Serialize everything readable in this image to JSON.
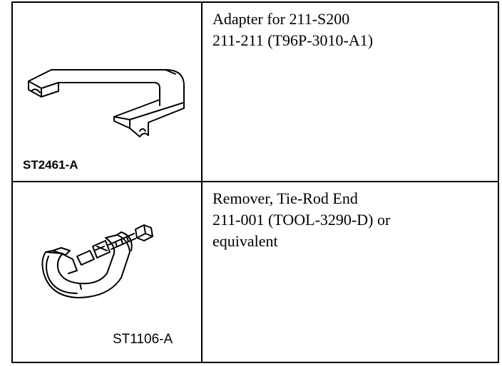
{
  "tools": [
    {
      "illustration": "adapter-u-shape-icon",
      "ref_code": "ST2461-A",
      "description": [
        "Adapter for 211-S200",
        "211-211 (T96P-3010-A1)"
      ]
    },
    {
      "illustration": "tie-rod-remover-icon",
      "ref_code": "ST1106-A",
      "description": [
        "Remover, Tie-Rod End",
        "211-001 (TOOL-3290-D) or",
        "equivalent"
      ]
    }
  ]
}
